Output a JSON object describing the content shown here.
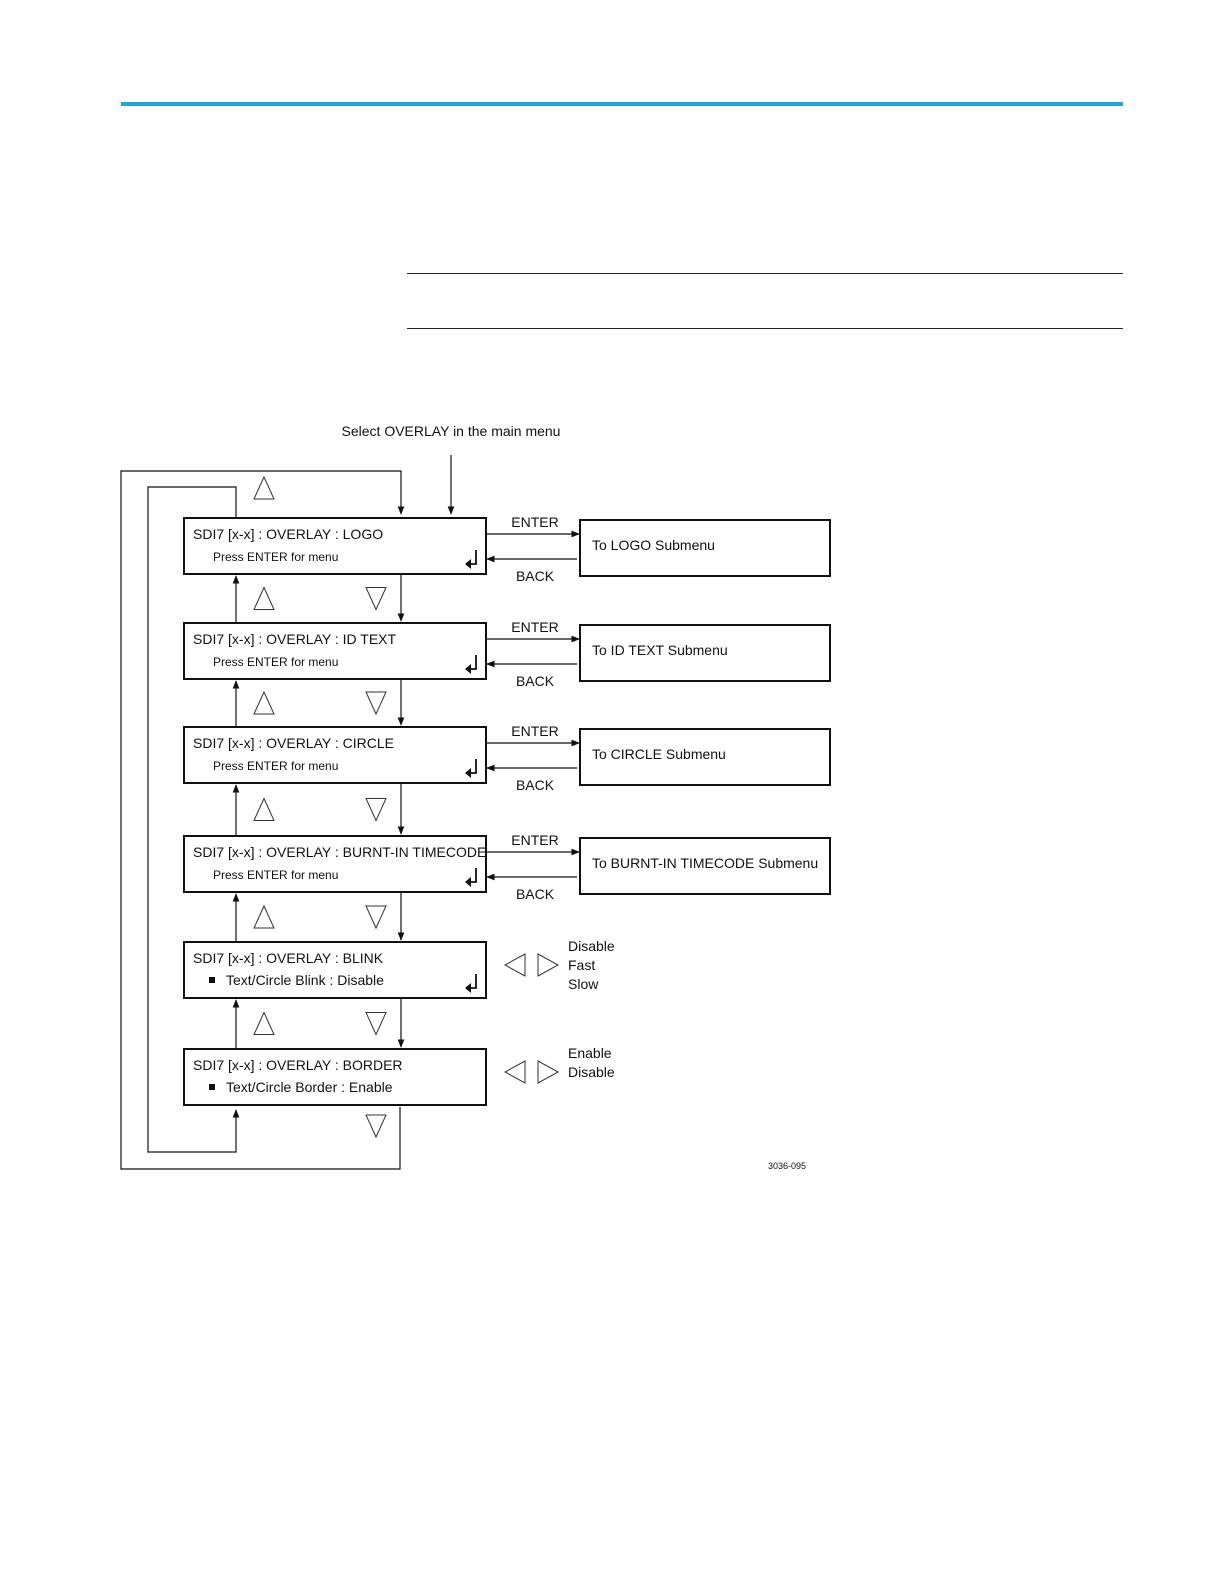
{
  "colors": {
    "accent": "#1aa9d6",
    "line": "#111111"
  },
  "diagram": {
    "entry_label": "Select OVERLAY in the main menu",
    "figure_id": "3036-095",
    "menus": [
      {
        "title": "SDI7 [x-x] : OVERLAY : LOGO",
        "subtitle": "Press ENTER for menu",
        "enter": "ENTER",
        "back": "BACK",
        "submenu": "To LOGO Submenu"
      },
      {
        "title": "SDI7 [x-x] : OVERLAY : ID TEXT",
        "subtitle": "Press ENTER for menu",
        "enter": "ENTER",
        "back": "BACK",
        "submenu": "To ID TEXT Submenu"
      },
      {
        "title": "SDI7 [x-x] : OVERLAY : CIRCLE",
        "subtitle": "Press ENTER for menu",
        "enter": "ENTER",
        "back": "BACK",
        "submenu": "To CIRCLE Submenu"
      },
      {
        "title": "SDI7 [x-x] : OVERLAY : BURNT-IN TIMECODE",
        "subtitle": "Press ENTER for menu",
        "enter": "ENTER",
        "back": "BACK",
        "submenu": "To BURNT-IN TIMECODE Submenu"
      },
      {
        "title": "SDI7 [x-x] : OVERLAY : BLINK",
        "subtitle": "Text/Circle Blink : Disable",
        "options": [
          "Disable",
          "Fast",
          "Slow"
        ]
      },
      {
        "title": "SDI7 [x-x] : OVERLAY : BORDER",
        "subtitle": "Text/Circle Border : Enable",
        "options": [
          "Enable",
          "Disable"
        ]
      }
    ]
  }
}
